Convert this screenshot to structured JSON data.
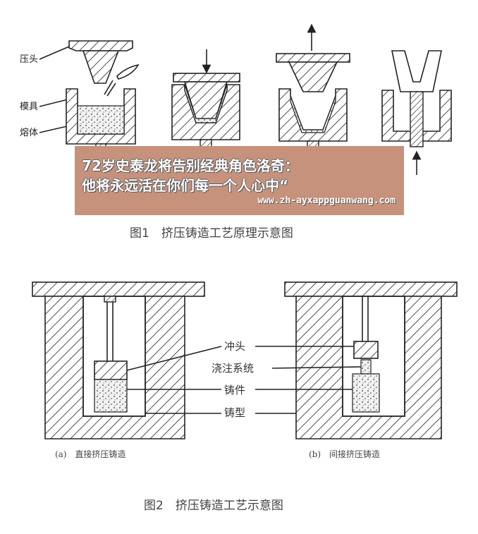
{
  "fig1": {
    "labels": {
      "punch": "压头",
      "mold": "模具",
      "melt": "熔体"
    },
    "caption": "图1　挤压铸造工艺原理示意图"
  },
  "fig2": {
    "labels": {
      "punch": "冲头",
      "gating": "浇注系统",
      "casting": "铸件",
      "mold": "铸型"
    },
    "sub_a": "(a)　直接挤压铸造",
    "sub_b": "(b)　间接挤压铸造",
    "caption": "图2　挤压铸造工艺示意图"
  },
  "watermark": {
    "line1": "72岁史泰龙将告别经典角色洛奇：",
    "line2": "他将永远活在你们每一个人心中“",
    "url": "www.zh-ayxappguanwang.com",
    "color": "#c6927c"
  }
}
